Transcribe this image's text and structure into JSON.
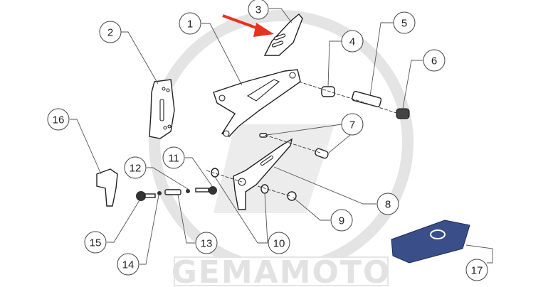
{
  "diagram": {
    "title": "Rearset exploded view",
    "watermark": "GEMAMOTO",
    "accent_color": "#e8321e",
    "callouts": [
      {
        "id": "1",
        "label": "1"
      },
      {
        "id": "2",
        "label": "2"
      },
      {
        "id": "3",
        "label": "3"
      },
      {
        "id": "4",
        "label": "4"
      },
      {
        "id": "5",
        "label": "5"
      },
      {
        "id": "6",
        "label": "6"
      },
      {
        "id": "7",
        "label": "7"
      },
      {
        "id": "8",
        "label": "8"
      },
      {
        "id": "9",
        "label": "9"
      },
      {
        "id": "10",
        "label": "10"
      },
      {
        "id": "11",
        "label": "11"
      },
      {
        "id": "12",
        "label": "12"
      },
      {
        "id": "13",
        "label": "13"
      },
      {
        "id": "14",
        "label": "14"
      },
      {
        "id": "15",
        "label": "15"
      },
      {
        "id": "16",
        "label": "16"
      },
      {
        "id": "17",
        "label": "17"
      }
    ]
  }
}
